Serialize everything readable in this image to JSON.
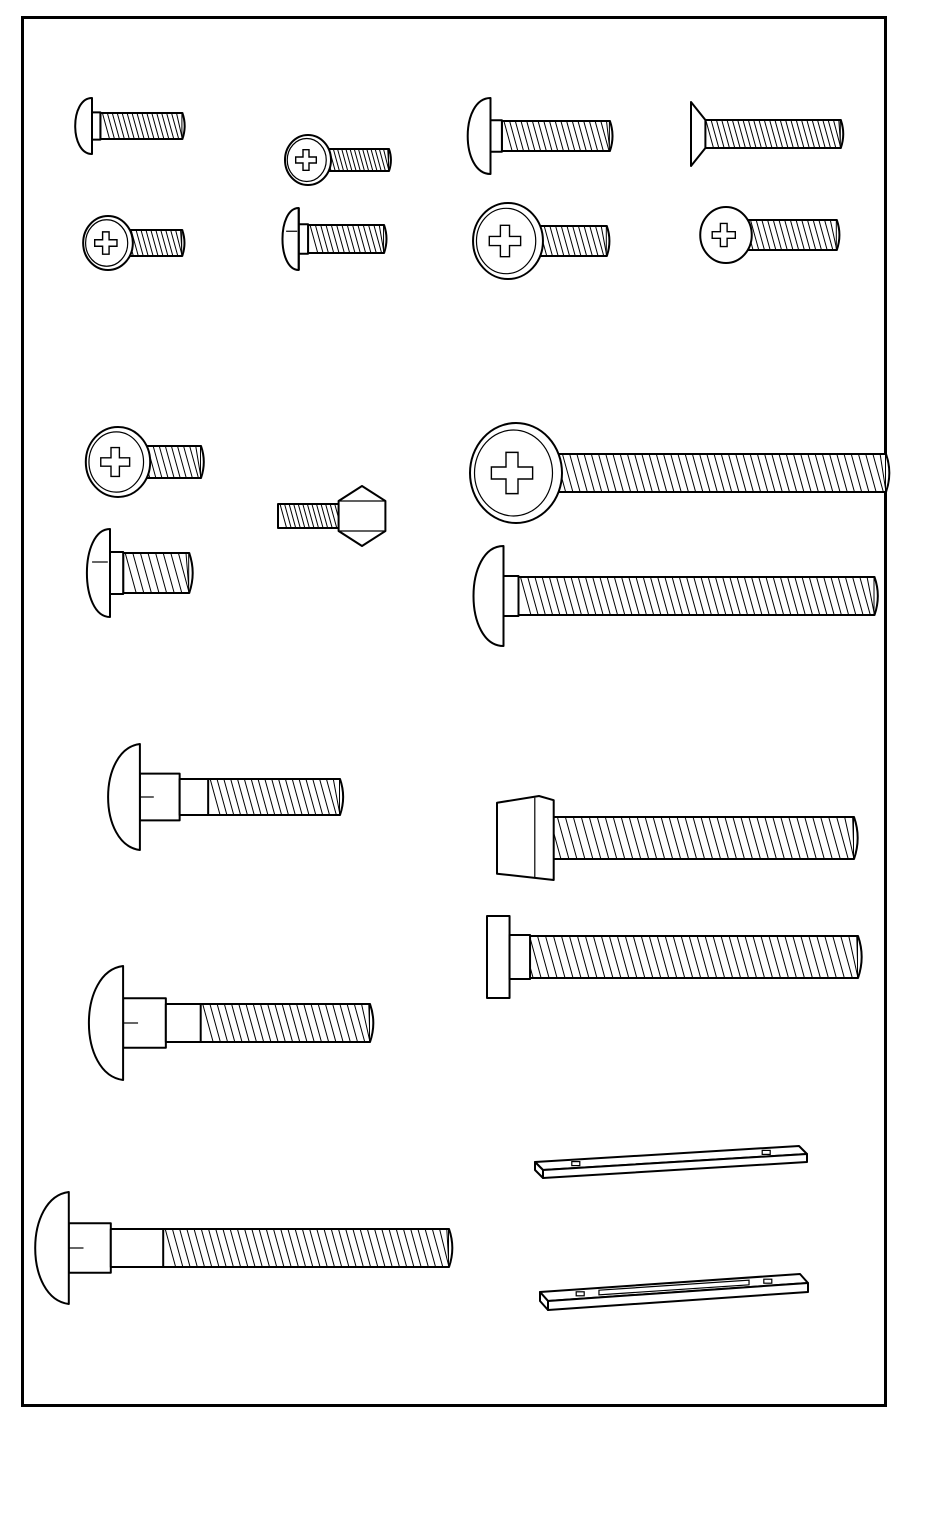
{
  "figure": {
    "title": "",
    "border_color": "#000000",
    "line_color": "#000000",
    "background": "#ffffff"
  },
  "parts": [
    {
      "name": "truss-head-screw-side"
    },
    {
      "name": "pan-head-phillips-screw"
    },
    {
      "name": "truss-head-screw-side"
    },
    {
      "name": "flat-head-screw"
    },
    {
      "name": "truss-head-phillips-screw"
    },
    {
      "name": "pan-head-screw-side"
    },
    {
      "name": "truss-head-phillips-screw"
    },
    {
      "name": "oval-head-phillips-screw"
    },
    {
      "name": "large-pan-head-phillips-screw"
    },
    {
      "name": "pan-head-screw-side"
    },
    {
      "name": "hex-head-self-tapping-screw"
    },
    {
      "name": "long-truss-head-phillips-screw"
    },
    {
      "name": "long-truss-head-screw-side"
    },
    {
      "name": "carriage-bolt"
    },
    {
      "name": "square-head-bolt"
    },
    {
      "name": "t-head-bolt"
    },
    {
      "name": "carriage-bolt"
    },
    {
      "name": "long-carriage-bolt"
    },
    {
      "name": "flat-bracket"
    },
    {
      "name": "slotted-bracket"
    }
  ]
}
